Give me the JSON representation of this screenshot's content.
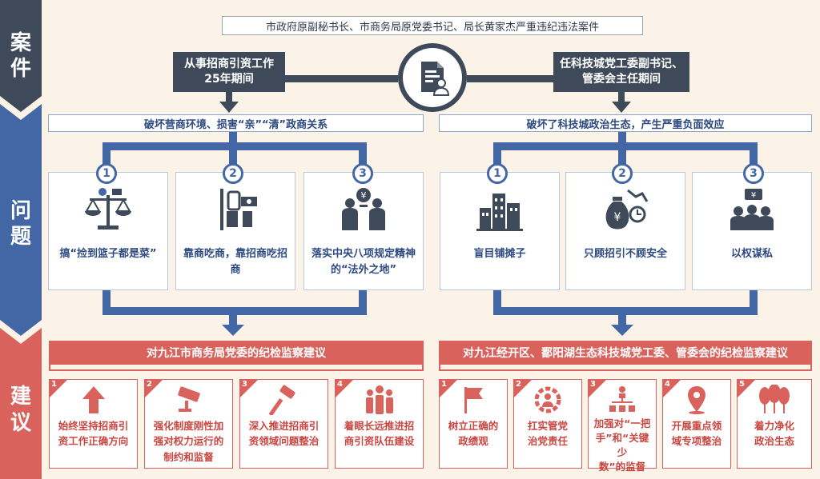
{
  "sidebar": {
    "case": [
      "案",
      "件"
    ],
    "problems": [
      "问",
      "题"
    ],
    "suggestions": [
      "建",
      "议"
    ]
  },
  "title": "市政府原副秘书长、市商务局原党委书记、局长黄家杰严重违纪违法案件",
  "left": {
    "period": "从事招商引资工作 25年期间",
    "period_lines": [
      "从事招商引资工作",
      "25年期间"
    ],
    "problem_summary": "破坏营商环境、损害“亲”“清”政商关系",
    "problems": [
      {
        "num": "1",
        "label": "搞“捡到篮子都是菜”",
        "icon": "scale-money-icon"
      },
      {
        "num": "2",
        "label": "靠商吃商，靠招商吃招商",
        "icon": "handcuff-money-icon"
      },
      {
        "num": "3",
        "label_lines": [
          "落实中央八项规定精神",
          "的“法外之地”"
        ],
        "icon": "officials-money-icon"
      }
    ],
    "suggestion_head": "对九江市商务局党委的纪检监察建议",
    "suggestions": [
      {
        "num": "1",
        "lines": [
          "始终坚持招商引",
          "资工作正确方向"
        ],
        "icon": "up-arrow-icon"
      },
      {
        "num": "2",
        "lines": [
          "强化制度刚性加",
          "强对权力运行的",
          "制约和监督"
        ],
        "icon": "camera-icon"
      },
      {
        "num": "3",
        "lines": [
          "深入推进招商引",
          "资领域问题整治"
        ],
        "icon": "hammer-icon"
      },
      {
        "num": "4",
        "lines": [
          "着眼长远推进招",
          "商引资队伍建设"
        ],
        "icon": "team-icon"
      }
    ]
  },
  "right": {
    "period_lines": [
      "任科技城党工委副书记、",
      "管委会主任期间"
    ],
    "problem_summary": "破坏了科技城政治生态，产生严重负面效应",
    "problems": [
      {
        "num": "1",
        "label": "盲目铺摊子",
        "icon": "buildings-icon"
      },
      {
        "num": "2",
        "label": "只顾招引不顾安全",
        "icon": "money-bag-icon"
      },
      {
        "num": "3",
        "label": "以权谋私",
        "icon": "people-money-icon"
      }
    ],
    "suggestion_head": "对九江经开区、鄱阳湖生态科技城党工委、管委会的纪检监察建议",
    "suggestions": [
      {
        "num": "1",
        "lines": [
          "树立正确的",
          "政绩观"
        ],
        "icon": "flag-icon"
      },
      {
        "num": "2",
        "lines": [
          "扛实管党",
          "治党责任"
        ],
        "icon": "gear-person-icon"
      },
      {
        "num": "3",
        "lines": [
          "加强对“一把",
          "手”和“关键少",
          "数”的监督"
        ],
        "icon": "org-chart-icon"
      },
      {
        "num": "4",
        "lines": [
          "开展重点领",
          "域专项整治"
        ],
        "icon": "location-pin-icon"
      },
      {
        "num": "5",
        "lines": [
          "着力净化",
          "政治生态"
        ],
        "icon": "trees-icon"
      }
    ]
  },
  "colors": {
    "dark": "#3e4a59",
    "blue": "#4267a4",
    "red": "#d9625c",
    "bg": "#fbf3e8"
  }
}
